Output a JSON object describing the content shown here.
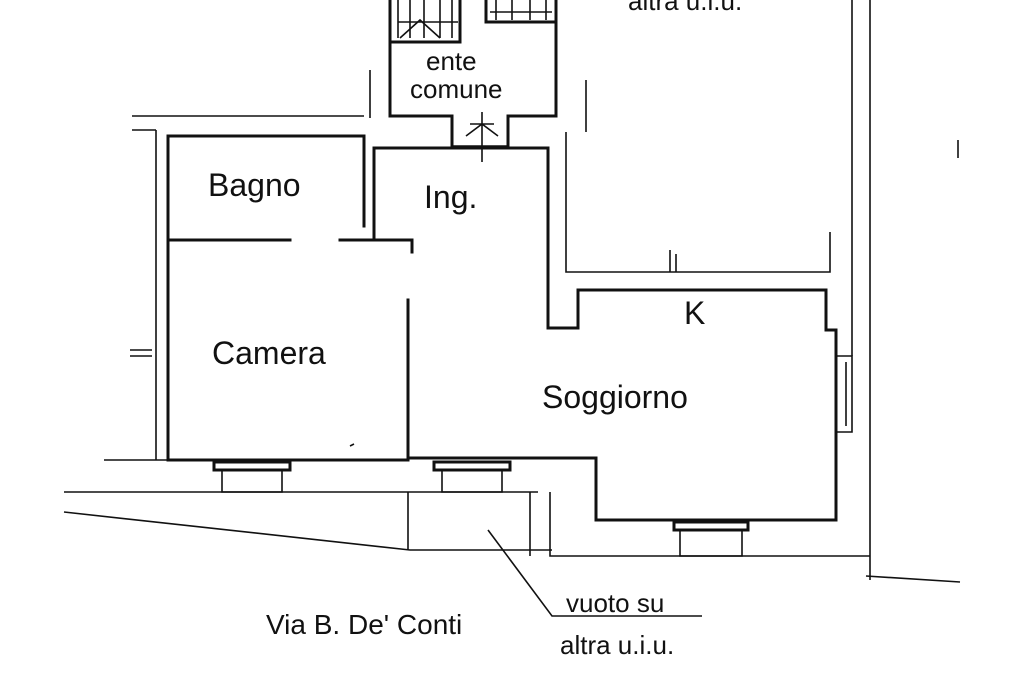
{
  "labels": {
    "top_right": "altra u.i.u.",
    "ente": "ente",
    "comune": "comune",
    "bagno": "Bagno",
    "ingresso": "Ing.",
    "camera": "Camera",
    "kitchen": "K",
    "soggiorno": "Soggiorno",
    "street": "Via B. De' Conti",
    "vuoto": "vuoto su",
    "altra": "altra u.i.u."
  },
  "colors": {
    "line": "#111111",
    "background": "#ffffff"
  }
}
